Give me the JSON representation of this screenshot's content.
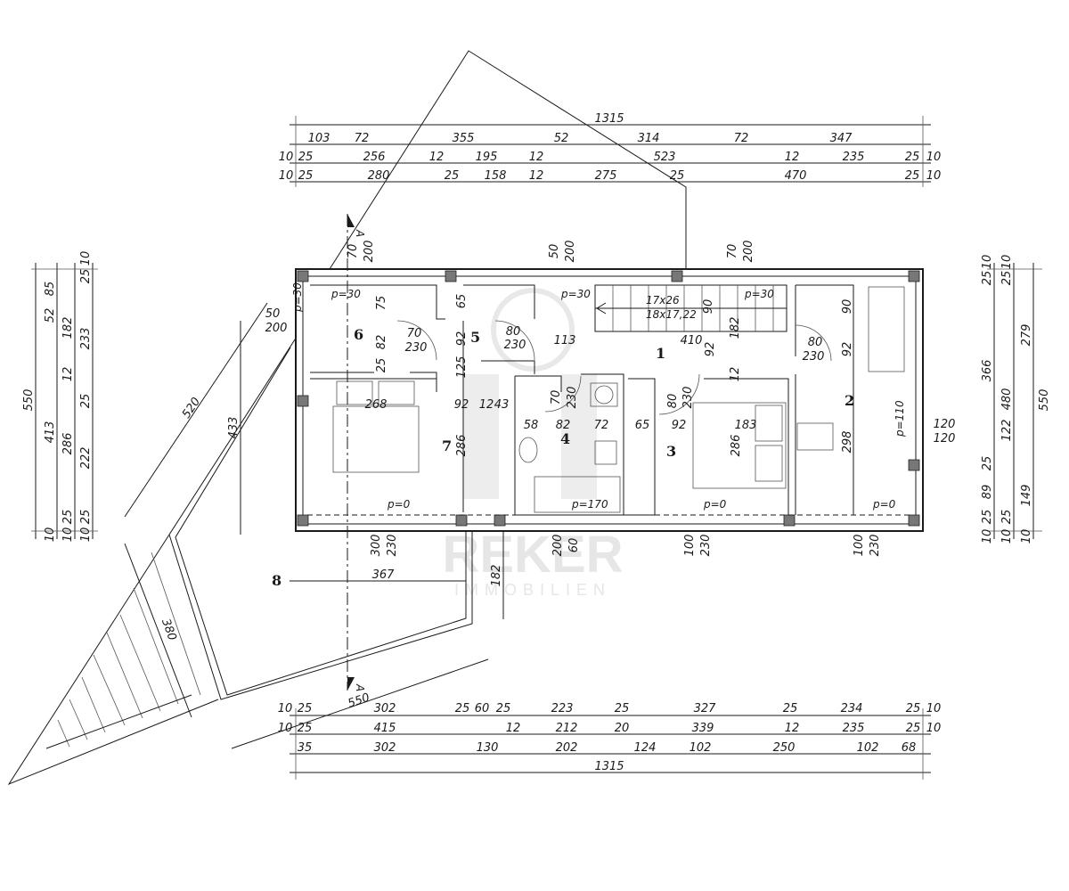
{
  "watermark": {
    "brand": "REKER",
    "sub": "IMMOBILIEN"
  },
  "rooms": [
    {
      "label": "1"
    },
    {
      "label": "2"
    },
    {
      "label": "3"
    },
    {
      "label": "4"
    },
    {
      "label": "5"
    },
    {
      "label": "6"
    },
    {
      "label": "7"
    },
    {
      "label": "8"
    }
  ],
  "section_marks": [
    "A",
    "A"
  ],
  "stair": {
    "line1": "17x26",
    "line2": "18x17,22"
  },
  "parapets": [
    "p=30",
    "p=30",
    "p=30",
    "p=30",
    "p=0",
    "p=170",
    "p=0",
    "p=0",
    "p=110"
  ],
  "top_dims": {
    "overall": "1315",
    "row1": [
      "103",
      "72",
      "355",
      "52",
      "314",
      "72",
      "347"
    ],
    "row2": [
      "10",
      "25",
      "256",
      "12",
      "195",
      "12",
      "523",
      "12",
      "235",
      "25",
      "10"
    ],
    "row3": [
      "10",
      "25",
      "280",
      "25",
      "158",
      "12",
      "275",
      "25",
      "470",
      "25",
      "10"
    ]
  },
  "bottom_dims": {
    "row1": [
      "10",
      "25",
      "302",
      "25",
      "60",
      "25",
      "223",
      "25",
      "327",
      "25",
      "234",
      "25",
      "10"
    ],
    "row2": [
      "10",
      "25",
      "415",
      "12",
      "212",
      "20",
      "339",
      "12",
      "235",
      "25",
      "10"
    ],
    "row3": [
      "35",
      "302",
      "130",
      "202",
      "124",
      "102",
      "250",
      "102",
      "68"
    ],
    "overall": "1315"
  },
  "left_dims": {
    "overall": "550",
    "col1": [
      "85",
      "52",
      "413",
      "10"
    ],
    "col2": [
      "182",
      "12",
      "286",
      "25",
      "10"
    ],
    "col3": [
      "10",
      "25",
      "233",
      "25",
      "222",
      "25",
      "10"
    ]
  },
  "right_dims": {
    "overall": "550",
    "col1": [
      "25",
      "10",
      "366",
      "25",
      "89",
      "25",
      "10"
    ],
    "col2": [
      "25",
      "10",
      "480",
      "122",
      "25",
      "10"
    ],
    "col3": [
      "279",
      "149",
      "10"
    ]
  },
  "openings": {
    "top_a": [
      "70",
      "200"
    ],
    "top_b": [
      "50",
      "200"
    ],
    "top_c": [
      "70",
      "200"
    ],
    "left_win": [
      "50",
      "200"
    ],
    "bottom_a": [
      "300",
      "230"
    ],
    "bottom_b": [
      "200",
      "60"
    ],
    "bottom_c": [
      "100",
      "230"
    ],
    "bottom_d": [
      "100",
      "230"
    ],
    "right_win": [
      "120",
      "120"
    ]
  },
  "interior_dims": {
    "r6": [
      "75",
      "82",
      "25",
      "70",
      "230"
    ],
    "r5": [
      "65",
      "92",
      "125",
      "80",
      "230",
      "113"
    ],
    "r1": [
      "410",
      "90",
      "182",
      "92",
      "12",
      "80",
      "230"
    ],
    "r2": [
      "90",
      "92",
      "298"
    ],
    "row_mid": [
      "268",
      "92",
      "12",
      "43",
      "58",
      "82",
      "72",
      "65",
      "92",
      "183"
    ],
    "r7": [
      "286"
    ],
    "r4": [
      "70",
      "230"
    ],
    "r3": [
      "80",
      "230",
      "286"
    ],
    "terrace": [
      "367",
      "182",
      "520",
      "433",
      "380",
      "550"
    ]
  }
}
